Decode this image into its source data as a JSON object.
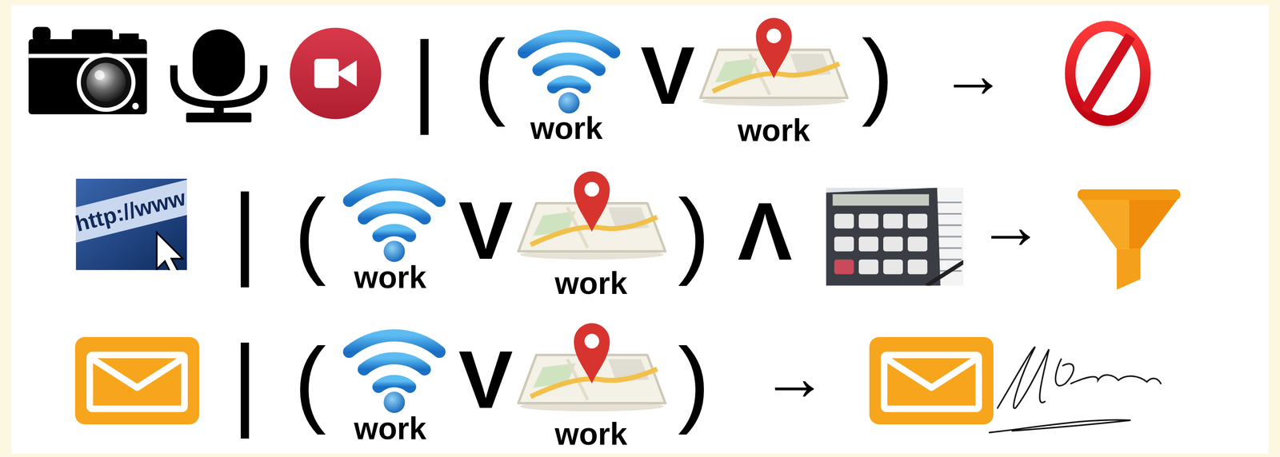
{
  "diagram": {
    "labels": [
      "|",
      "(",
      "work",
      "V",
      "work",
      ")",
      "→",
      "http://www",
      "|",
      "(",
      "work",
      "V",
      "work",
      ")",
      "Λ",
      "→",
      "|",
      "(",
      "work",
      "V",
      "work",
      ")",
      "→"
    ]
  }
}
